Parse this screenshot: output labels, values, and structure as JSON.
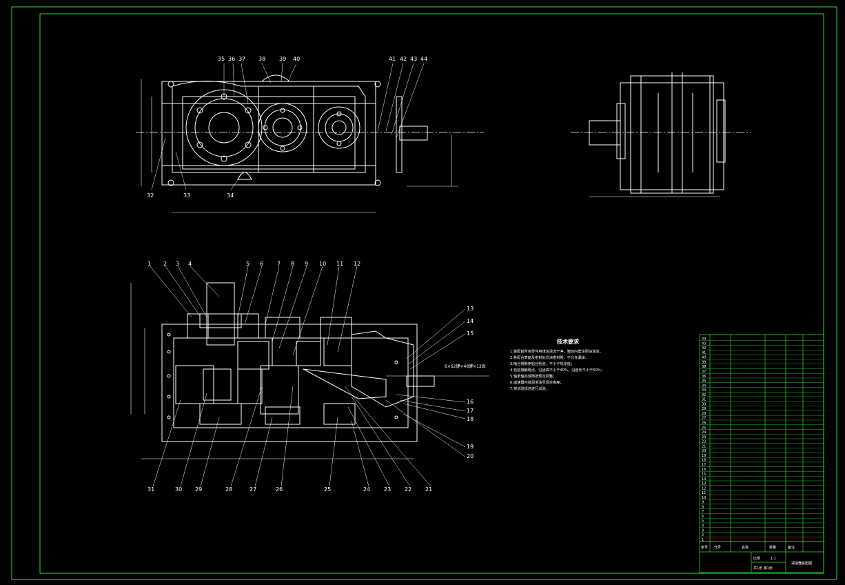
{
  "views": {
    "front": {
      "balloons_top": [
        "35",
        "36",
        "37",
        "38",
        "39",
        "40",
        "41",
        "42",
        "43",
        "44"
      ],
      "balloons_bottom": [
        "32",
        "33",
        "34"
      ]
    },
    "section": {
      "balloons_top": [
        "1",
        "2",
        "3",
        "4",
        "5",
        "6",
        "7",
        "8",
        "9",
        "10",
        "11",
        "12"
      ],
      "balloons_right": [
        "13",
        "14",
        "15",
        "16",
        "17",
        "18",
        "19",
        "20"
      ],
      "balloons_bottom": [
        "31",
        "30",
        "29",
        "28",
        "27",
        "26",
        "25",
        "24",
        "23",
        "22",
        "21"
      ],
      "callout": "6×62键×48键×12齿"
    }
  },
  "tech_requirements": {
    "title": "技术要求",
    "lines": [
      "1.装配前所有零件用煤油清洗干净，箱体内壁涂耐油油漆；",
      "2.各配合表面及密封处均涂密封胶，不允许漏油；",
      "3.啮合侧隙用铅丝检验，不小于规定值；",
      "4.检验接触斑点，沿齿高不小于40%，沿齿长不小于50%；",
      "5.轴承轴向游隙按规定调整；",
      "6.减速器内装润滑油至规定高度；",
      "7.按试验规范进行试验。"
    ]
  },
  "bom": {
    "rows": [
      "44",
      "43",
      "42",
      "41",
      "40",
      "39",
      "38",
      "37",
      "36",
      "35",
      "34",
      "33",
      "32",
      "31",
      "30",
      "29",
      "28",
      "27",
      "26",
      "25",
      "24",
      "23",
      "22",
      "21",
      "20",
      "19",
      "18",
      "17",
      "16",
      "15",
      "14",
      "13",
      "12",
      "11",
      "10",
      "9",
      "8",
      "7",
      "6",
      "5",
      "4",
      "3",
      "2",
      "1"
    ],
    "header": {
      "no": "序号",
      "code": "代号",
      "name": "名称",
      "qty": "数量",
      "note": "备注"
    }
  },
  "title_block": {
    "drawing_title": "减速器装配图",
    "scale_label": "比例",
    "scale_value": "1:1",
    "sheet_info": "共1张 第1张"
  },
  "colors": {
    "background": "#000000",
    "frame": "#2ee02e",
    "lines": "#ffffff"
  }
}
